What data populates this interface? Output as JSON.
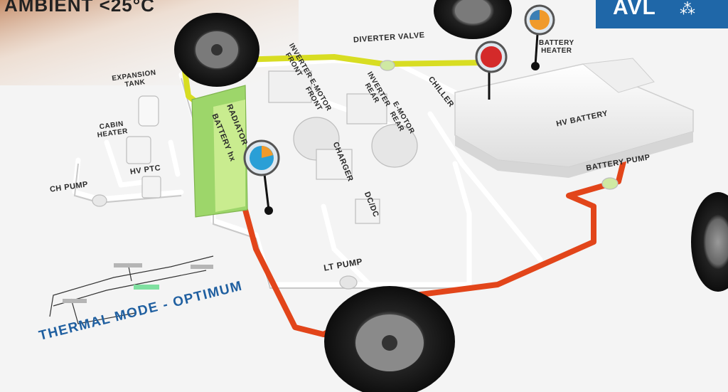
{
  "header": {
    "ambient_label": "AMBIENT <25°C"
  },
  "logo": {
    "brand": "AVL",
    "mark": "⁂"
  },
  "mode_caption": "THERMAL MODE - OPTIMUM",
  "components": {
    "diverter_valve": "DIVERTER VALVE",
    "battery_heater": "BATTERY\nHEATER",
    "expansion_tank": "EXPANSION\nTANK",
    "inverter_front": "INVERTER\nFRONT",
    "e_motor_front": "E-MOTOR\nFRONT",
    "inverter_rear": "INVERTER\nREAR",
    "e_motor_rear": "E-MOTOR\nREAR",
    "chiller": "CHILLER",
    "hv_battery": "HV BATTERY",
    "cabin_heater": "CABIN\nHEATER",
    "radiator": "RADIATOR",
    "battery_hx": "BATTERY hx",
    "charger": "CHARGER",
    "hv_ptc": "HV PTC",
    "ch_pump": "CH PUMP",
    "dc_dc": "DC/DC",
    "battery_pump": "BATTERY PUMP",
    "lt_pump": "LT PUMP"
  },
  "colors": {
    "hot_loop": "#e2451a",
    "warm_loop": "#d8dd22",
    "cold_loop": "#ffffff",
    "logo_bg": "#1f67a8",
    "caption": "#1f5fa0"
  }
}
